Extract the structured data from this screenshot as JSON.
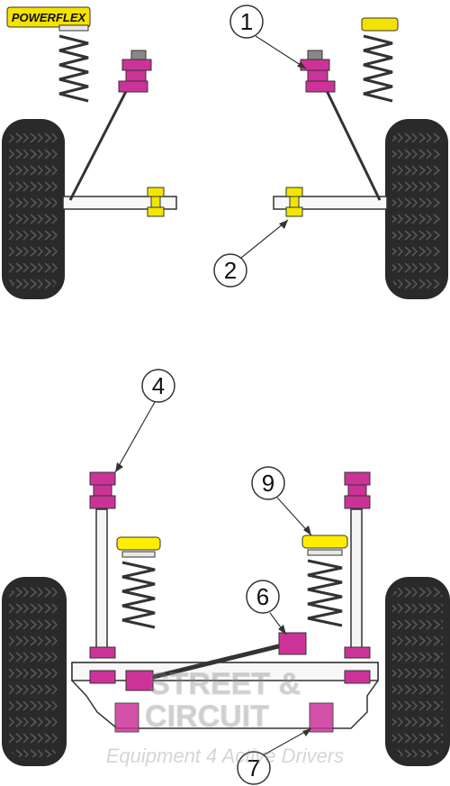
{
  "brand": {
    "logo_text": "POWERFLEX"
  },
  "callouts": [
    {
      "id": "1",
      "label": "1"
    },
    {
      "id": "2",
      "label": "2"
    },
    {
      "id": "4",
      "label": "4"
    },
    {
      "id": "6",
      "label": "6"
    },
    {
      "id": "7",
      "label": "7"
    },
    {
      "id": "9",
      "label": "9"
    }
  ],
  "watermark": {
    "line1": "STREET &",
    "line2": "CIRCUIT",
    "tagline": "Equipment 4 Active Drivers"
  },
  "colors": {
    "bush_purple": "#cc3399",
    "bush_yellow": "#f2e600",
    "tyre": "#222222",
    "metal": "#f0f0f0",
    "spring_yellow": "#ffee00"
  }
}
